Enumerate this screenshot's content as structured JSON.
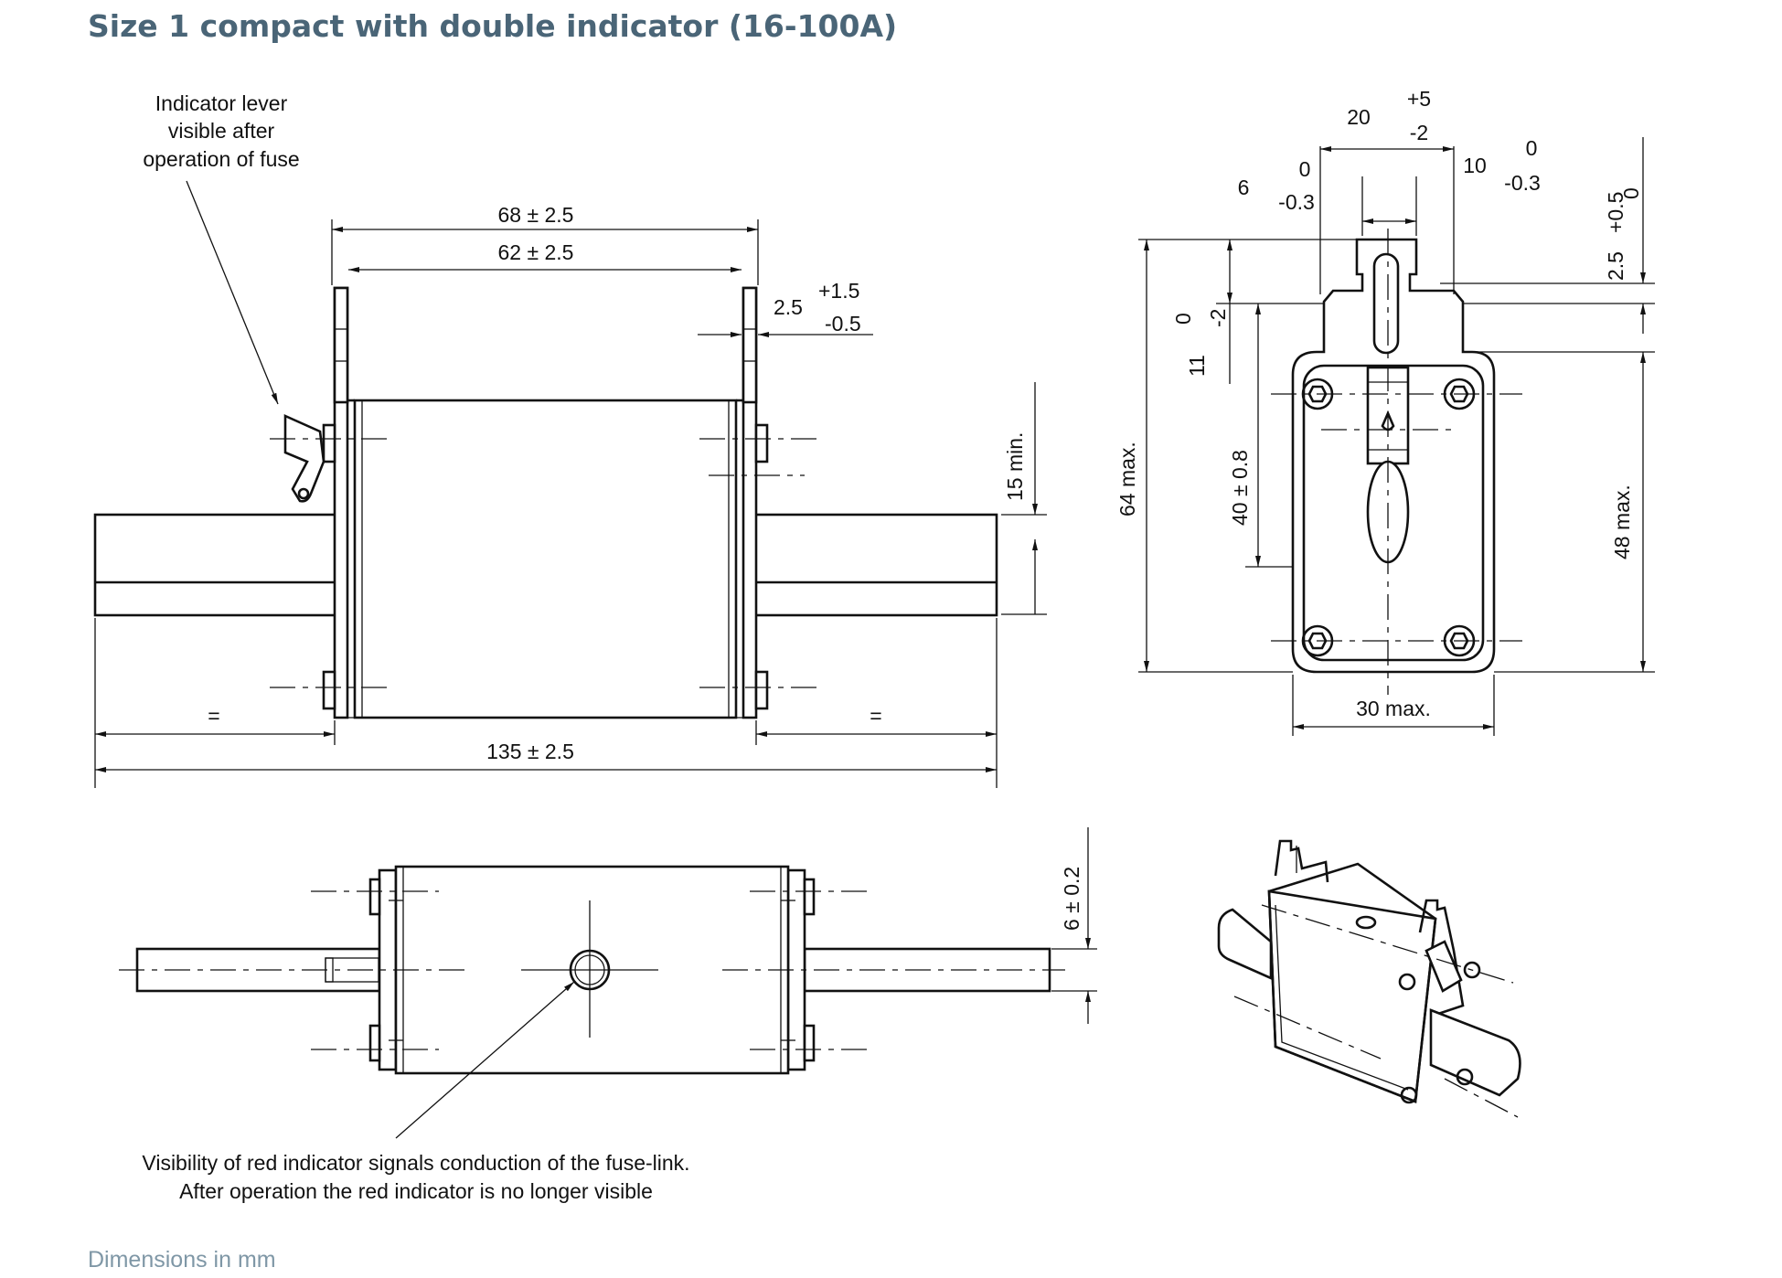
{
  "page": {
    "title": "Size 1 compact with double indicator (16-100A)",
    "footer": "Dimensions in mm"
  },
  "colors": {
    "title": "#4a6577",
    "footer": "#7f97a6",
    "line": "#111111"
  },
  "front_view": {
    "callout": [
      "Indicator lever",
      "visible after",
      "operation of fuse"
    ],
    "dim_outer": "68 ± 2.5",
    "dim_inner": "62 ± 2.5",
    "dim_tab": "2.5",
    "dim_tab_tol_plus": "+1.5",
    "dim_tab_tol_minus": "-0.5",
    "dim_min": "15 min.",
    "dim_equal": "=",
    "dim_total": "135 ± 2.5"
  },
  "side_view": {
    "dim_top": "20",
    "dim_top_tol_plus": "+5",
    "dim_top_tol_minus": "-2",
    "dim_six": "6",
    "dim_six_tol_0": "0",
    "dim_six_tol_minus": "-0.3",
    "dim_ten": "10",
    "dim_ten_tol_0": "0",
    "dim_ten_tol_minus": "-0.3",
    "dim_plus05": "+0.5",
    "dim_zero": "0",
    "dim_25": "2.5",
    "dim_eleven": "11",
    "dim_eleven_tol_0": "0",
    "dim_eleven_tol_minus": "-2",
    "dim_64": "64 max.",
    "dim_40": "40 ± 0.8",
    "dim_48": "48 max.",
    "dim_30": "30 max."
  },
  "top_view": {
    "dim_6": "6 ± 0.2",
    "note": [
      "Visibility of red indicator signals conduction of the fuse-link.",
      "After operation the red indicator is no longer visible"
    ]
  }
}
